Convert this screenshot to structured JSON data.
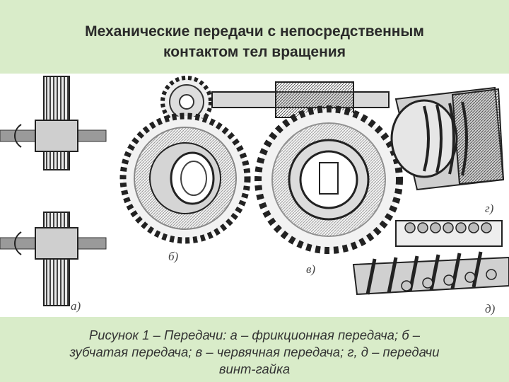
{
  "slide": {
    "title_line1": "Механические передачи с непосредственным",
    "title_line2": "контактом тел вращения"
  },
  "figure": {
    "labels": {
      "a": "а)",
      "b": "б)",
      "v": "в)",
      "g": "г)",
      "d": "д)"
    }
  },
  "caption": {
    "line1": "Рисунок 1 – Передачи: а – фрикционная передача; б –",
    "line2": "зубчатая передача; в – червячная передача; г, д – передачи",
    "line3": "винт-гайка"
  }
}
